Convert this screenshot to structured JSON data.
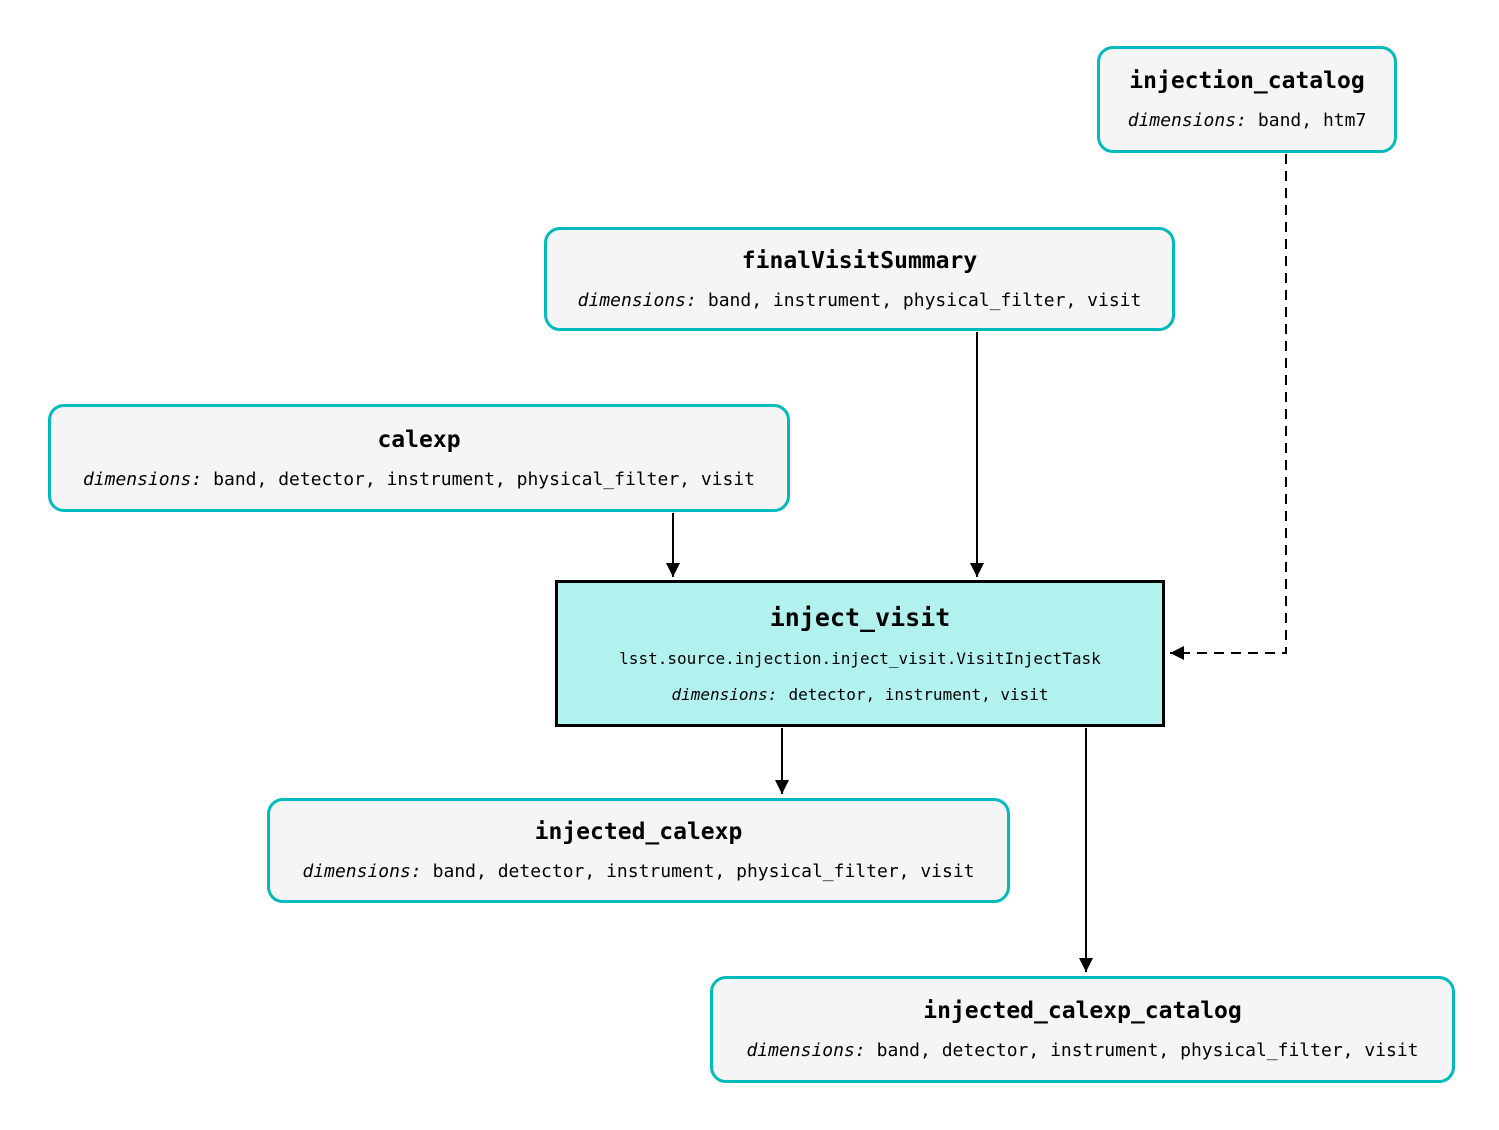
{
  "labels": {
    "dimensions": "dimensions:"
  },
  "colors": {
    "dataset_border": "#00babc",
    "dataset_fill": "#f5f5f5",
    "task_border": "#000000",
    "task_fill": "#b1f2ef",
    "edge": "#000000",
    "background": "#ffffff",
    "text": "#000000"
  },
  "nodes": {
    "injection_catalog": {
      "type": "dataset",
      "title": "injection_catalog",
      "dimensions": "band, htm7"
    },
    "finalVisitSummary": {
      "type": "dataset",
      "title": "finalVisitSummary",
      "dimensions": "band, instrument, physical_filter, visit"
    },
    "calexp": {
      "type": "dataset",
      "title": "calexp",
      "dimensions": "band, detector, instrument, physical_filter, visit"
    },
    "inject_visit": {
      "type": "task",
      "title": "inject_visit",
      "task_class": "lsst.source.injection.inject_visit.VisitInjectTask",
      "dimensions": "detector, instrument, visit"
    },
    "injected_calexp": {
      "type": "dataset",
      "title": "injected_calexp",
      "dimensions": "band, detector, instrument, physical_filter, visit"
    },
    "injected_calexp_catalog": {
      "type": "dataset",
      "title": "injected_calexp_catalog",
      "dimensions": "band, detector, instrument, physical_filter, visit"
    }
  },
  "edges": [
    {
      "from": "calexp",
      "to": "inject_visit",
      "style": "solid"
    },
    {
      "from": "finalVisitSummary",
      "to": "inject_visit",
      "style": "solid"
    },
    {
      "from": "injection_catalog",
      "to": "inject_visit",
      "style": "dashed"
    },
    {
      "from": "inject_visit",
      "to": "injected_calexp",
      "style": "solid"
    },
    {
      "from": "inject_visit",
      "to": "injected_calexp_catalog",
      "style": "solid"
    }
  ]
}
